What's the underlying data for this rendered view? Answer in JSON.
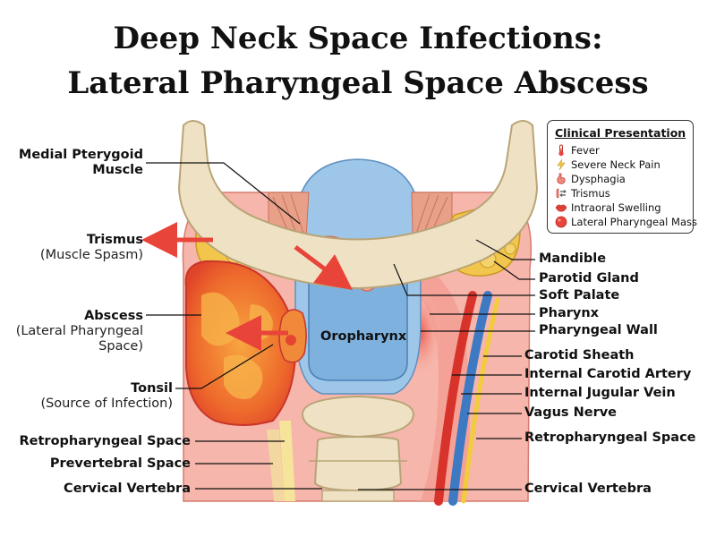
{
  "title": {
    "line1": "Deep Neck Space Infections:",
    "line2": "Lateral Pharyngeal Space Abscess"
  },
  "labels_left": {
    "medial_pterygoid_line1": "Medial Pterygoid",
    "medial_pterygoid_line2": "Muscle",
    "trismus": "Trismus",
    "trismus_sub": "(Muscle Spasm)",
    "abscess": "Abscess",
    "abscess_sub1": "(Lateral Pharyngeal",
    "abscess_sub2": "Space)",
    "tonsil": "Tonsil",
    "tonsil_sub": "(Source of Infection)",
    "retropharyngeal": "Retropharyngeal Space",
    "prevertebral": "Prevertebral Space",
    "cervical_vertebra": "Cervical Vertebra"
  },
  "labels_center": {
    "oropharynx": "Oropharynx"
  },
  "labels_right": {
    "mandible": "Mandible",
    "parotid_gland": "Parotid Gland",
    "soft_palate": "Soft Palate",
    "pharynx": "Pharynx",
    "pharyngeal_wall": "Pharyngeal Wall",
    "carotid_sheath": "Carotid Sheath",
    "internal_carotid_artery": "Internal Carotid Artery",
    "internal_jugular_vein": "Internal Jugular Vein",
    "vagus_nerve": "Vagus Nerve",
    "retropharyngeal": "Retropharyngeal Space",
    "cervical_vertebra": "Cervical Vertebra"
  },
  "legend": {
    "title": "Clinical Presentation",
    "items": [
      {
        "label": "Fever",
        "icon": "thermometer-icon"
      },
      {
        "label": "Severe Neck Pain",
        "icon": "lightning-icon"
      },
      {
        "label": "Dysphagia",
        "icon": "stomach-icon"
      },
      {
        "label": "Trismus",
        "icon": "jaw-icon"
      },
      {
        "label": "Intraoral Swelling",
        "icon": "lips-icon"
      },
      {
        "label": "Lateral Pharyngeal Mass",
        "icon": "mass-icon"
      }
    ]
  },
  "colors": {
    "bone": "#efe2c4",
    "bone_stroke": "#b9a477",
    "gland": "#f2c64c",
    "muscle": "#e9a089",
    "airway": "#9ec6e8",
    "tissue": "#f3a39b",
    "abscess": "#ee5a2e",
    "pus": "#f59a2a",
    "artery": "#d8332a",
    "vein": "#3e79c4",
    "nerve": "#f2cc3d",
    "arrow": "#e8443a"
  }
}
